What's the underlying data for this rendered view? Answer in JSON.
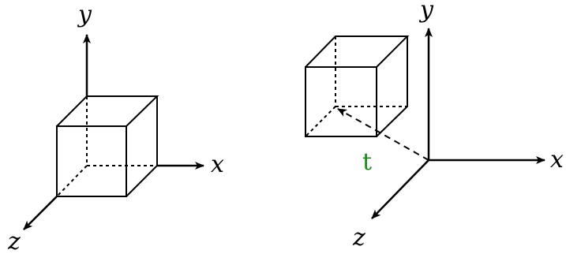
{
  "left_frame": {
    "axes": {
      "x": "x",
      "y": "y",
      "z": "z"
    }
  },
  "right_frame": {
    "axes": {
      "x": "x",
      "y": "y",
      "z": "z"
    },
    "translation_label": "t"
  },
  "colors": {
    "stroke": "#000000",
    "translation_label": "#1a8a1a"
  }
}
